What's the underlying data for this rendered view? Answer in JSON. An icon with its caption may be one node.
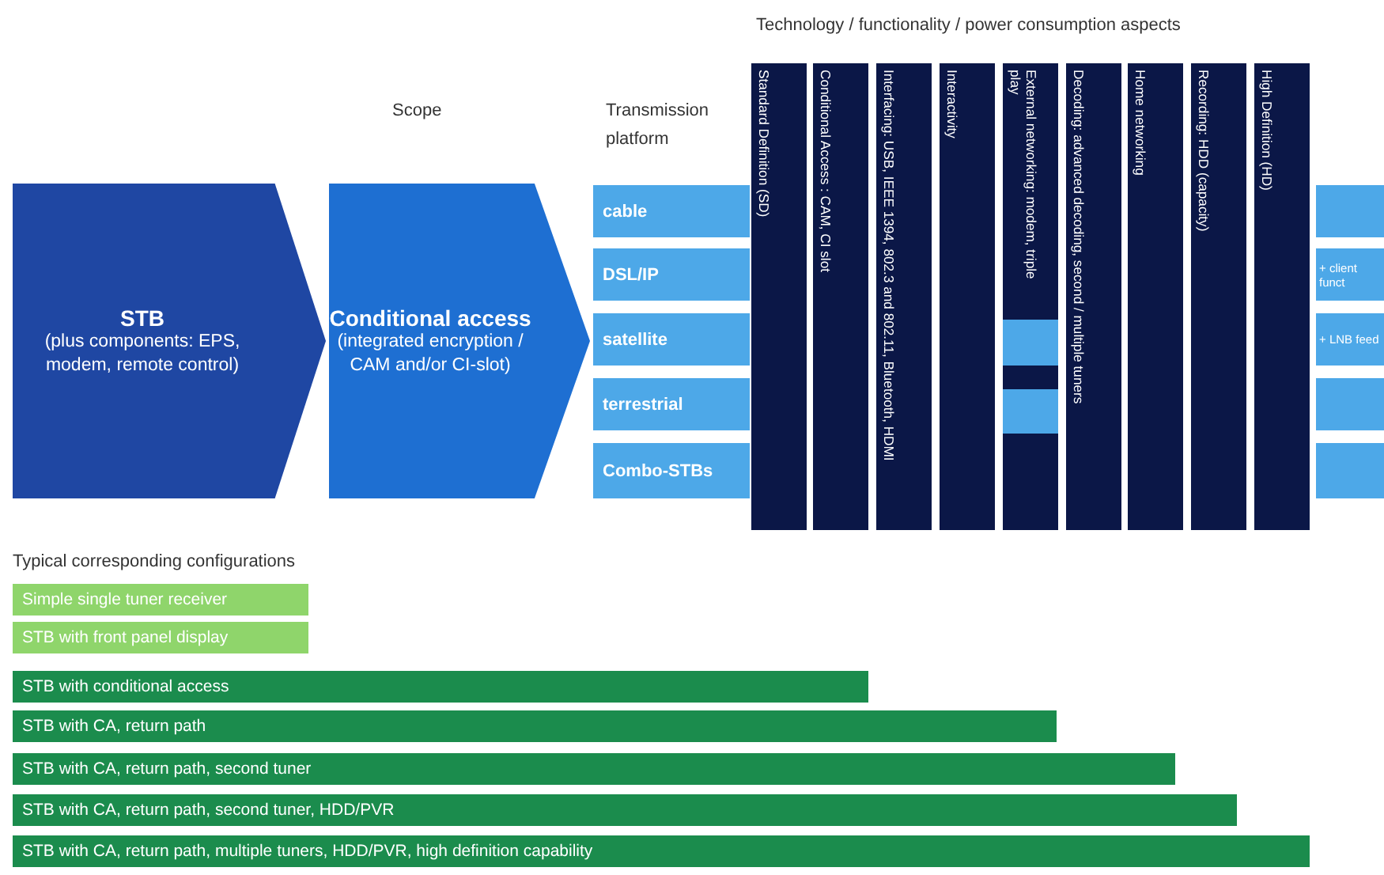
{
  "diagram": {
    "nodes": [
      {
        "text": [
          "STB",
          "(plus components: EPS, modem, remote control)"
        ]
      },
      {
        "text": [
          "Conditional access",
          "(integrated encryption / CAM and/or CI-slot)"
        ]
      },
      {
        "text": [
          "cable"
        ]
      },
      {
        "text": [
          "DSL/IP"
        ]
      },
      {
        "text": [
          "satellite"
        ]
      },
      {
        "text": [
          "terrestrial"
        ]
      },
      {
        "text": [
          "Combo-STBs"
        ]
      },
      {
        "text": [
          "Standard Definition (SD)"
        ]
      },
      {
        "text": [
          "Conditional Access : CAM, CI slot"
        ]
      },
      {
        "text": [
          "Interfacing: USB, IEEE 1394, 802.3 and 802.11, Bluetooth, HDMI"
        ]
      },
      {
        "text": [
          "Interactivity"
        ]
      },
      {
        "text": [
          "External networking: modem, triple play"
        ]
      },
      {
        "text": [
          "Decoding: advanced decoding, second / multiple tuners"
        ]
      },
      {
        "text": [
          "Home networking"
        ]
      },
      {
        "text": [
          "Recording: HDD (capacity)"
        ]
      },
      {
        "text": [
          "High Definition (HD)"
        ]
      },
      {
        "text": [],
        "shape": "box"
      },
      {
        "text": [
          "+ client funct"
        ]
      },
      {
        "text": [
          "+ LNB feed"
        ]
      },
      {
        "text": [],
        "shape": "box"
      },
      {
        "text": [],
        "shape": "box"
      },
      {
        "text": [
          "Simple single tuner receiver"
        ]
      },
      {
        "text": [
          "STB with front panel display"
        ]
      },
      {
        "text": [
          "STB with conditional access"
        ]
      },
      {
        "text": [
          "STB with CA, return path"
        ]
      },
      {
        "text": [
          "STB with CA, return path, second tuner"
        ]
      },
      {
        "text": [
          "STB with CA, return path, second tuner, HDD/PVR"
        ]
      },
      {
        "text": [
          "STB with CA, return path, multiple tuners, HDD/PVR, high definition capability"
        ]
      }
    ],
    "edges": [
      {
        "from": 0,
        "to": 1,
        "arrow": "to"
      },
      {
        "from": 1,
        "to": null,
        "arrow": "to"
      }
    ],
    "labels": [
      "Technology / functionality / power consumption aspects",
      "Scope",
      "Transmission platform",
      "Typical corresponding configurations"
    ]
  }
}
